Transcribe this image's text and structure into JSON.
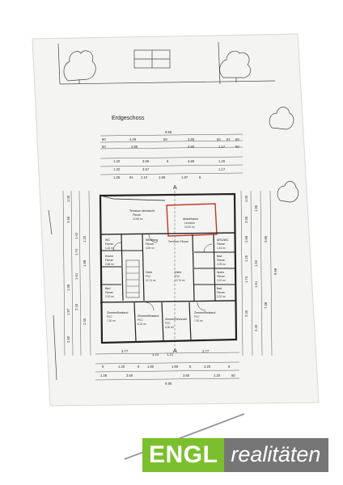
{
  "document": {
    "floor_title": "Erdgeschoss",
    "top_dims": {
      "total": "9.96",
      "row1": [
        "60",
        "4.49",
        "50",
        "3.80",
        "50",
        "67",
        "60"
      ],
      "row2": [
        "60",
        "4.89",
        "3.80",
        "1.17",
        "60"
      ],
      "row3": [
        "1.20",
        "3.06",
        "6",
        "3.60",
        "1.20"
      ],
      "row4": [
        "1.32",
        "3.57",
        "1.17"
      ],
      "row5": [
        "1.26",
        "91",
        "1.10",
        "1.89",
        "1.97",
        "6"
      ]
    },
    "bottom_dims": {
      "row1": [
        "3.77",
        "1.21",
        "1.21",
        "3.77"
      ],
      "row2": [
        "6",
        "1.20",
        "6",
        "1.80",
        "1.80",
        "6",
        "3.20",
        "6"
      ],
      "row3": [
        "1.26",
        "3.50",
        "3.60",
        "1.20",
        "60"
      ],
      "total": "9.96"
    },
    "left_dims": [
      "1.00",
      "2.55",
      "1.42",
      "1.74",
      "1.20",
      "1.88",
      "1.61",
      "2.40",
      "2.40",
      "1.38",
      "1.97",
      "2.60"
    ],
    "right_dims": [
      "1.00",
      "2.55",
      "1.95",
      "2.68",
      "3.86",
      "1.20",
      "1.54",
      "1.74",
      "1.61",
      "2.40",
      "2.40",
      "7.38",
      "9.69"
    ],
    "section_marks": [
      "A",
      "A"
    ],
    "rooms": [
      {
        "name": "Terrasse überdacht",
        "material": "Fliesen",
        "area": "14.98 m²"
      },
      {
        "name": "Abstellraum",
        "material": "Linoleum",
        "area": "10.00 m²"
      },
      {
        "name": "WC",
        "material": "Fliesen",
        "area": "1.44 m²"
      },
      {
        "name": "Windfang",
        "material": "Fliesen",
        "area": "4.00 m²"
      },
      {
        "name": "Terrassen Fliesen",
        "material": "",
        "area": ""
      },
      {
        "name": "AR/UWC",
        "material": "Fliesen",
        "area": "1.44 m²"
      },
      {
        "name": "Küche",
        "material": "Fliesen",
        "area": "2.88 m²"
      },
      {
        "name": "Bad",
        "material": "Fliesen",
        "area": "2.09 m²"
      },
      {
        "name": "Diele",
        "material": "PVC",
        "area": "12.74 m²"
      },
      {
        "name": "Diele",
        "material": "PVC",
        "area": "12.74 m²"
      },
      {
        "name": "Speis",
        "material": "Fliesen",
        "area": "2.02 m²"
      },
      {
        "name": "Bad",
        "material": "Fliesen",
        "area": "2.32 m²"
      },
      {
        "name": "Bad",
        "material": "Fliesen",
        "area": "2.22 m²"
      },
      {
        "name": "Zimmer/Bestand",
        "material": "PVC",
        "area": "7.20 m²"
      },
      {
        "name": "Zimmer/Bestand",
        "material": "PVC",
        "area": "6.32 m²"
      },
      {
        "name": "Zimmer/Wohnzel",
        "material": "PVC",
        "area": "6.30 m²"
      },
      {
        "name": "Zimmer/Bestand",
        "material": "PVC",
        "area": "7.20 m²"
      }
    ]
  },
  "logo": {
    "brand": "ENGL",
    "tagline": "realitäten",
    "green": "#7cbf2e",
    "grey": "#767676"
  },
  "colors": {
    "paper": "#f4f4f2",
    "line": "#333333",
    "accent_red": "#c0392b"
  }
}
